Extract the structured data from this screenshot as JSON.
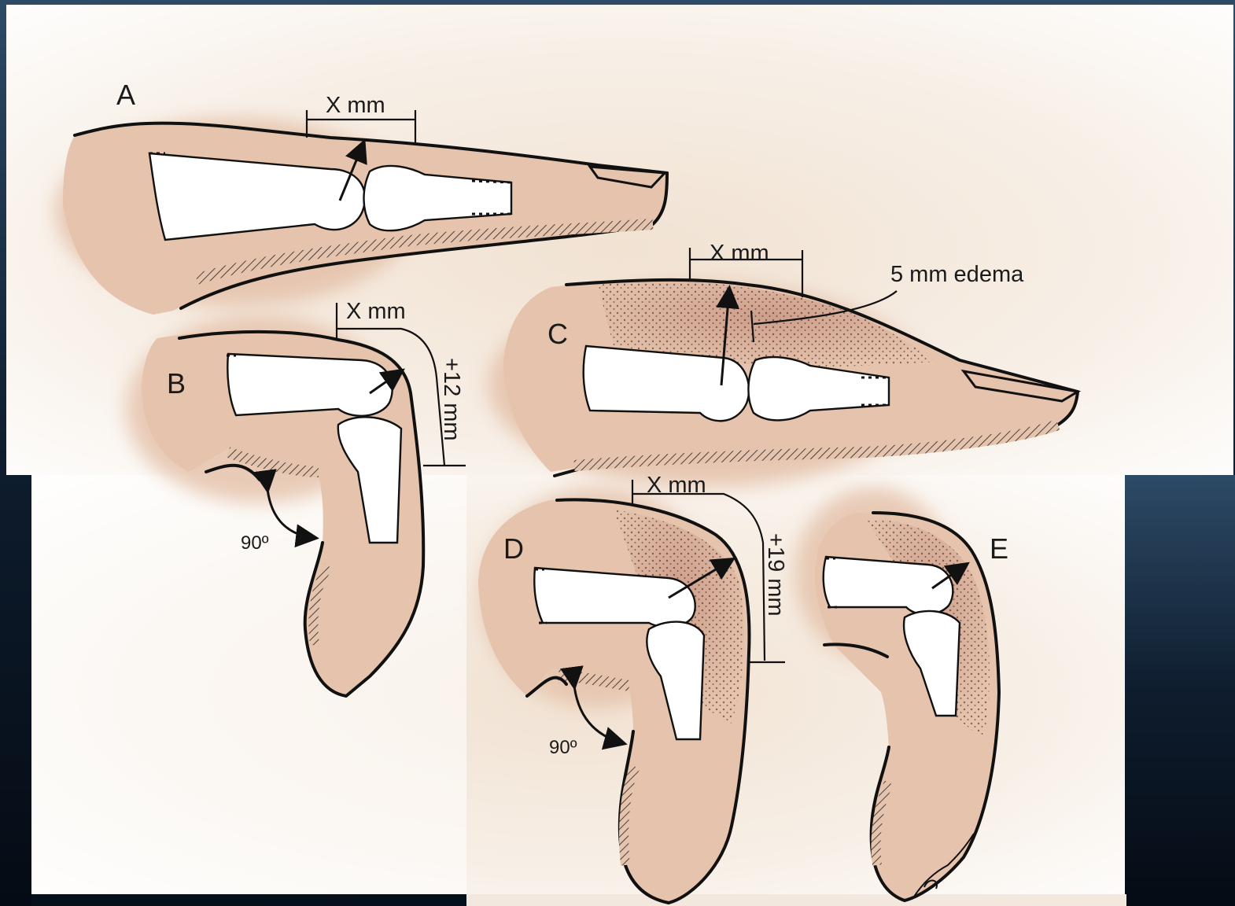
{
  "figure": {
    "panels": {
      "A": {
        "letter": "A",
        "measure": "X mm"
      },
      "B": {
        "letter": "B",
        "measure": "X mm",
        "extension": "+12 mm",
        "angle": "90º"
      },
      "C": {
        "letter": "C",
        "measure": "X mm",
        "note": "5 mm edema"
      },
      "D": {
        "letter": "D",
        "measure": "X mm",
        "extension": "+19 mm",
        "angle": "90º"
      },
      "E": {
        "letter": "E"
      }
    }
  },
  "colors": {
    "skin": "#e5c3ac",
    "edema": "#b98070",
    "background_dark": "#0d1a2a",
    "paper": "#f7f1e8"
  }
}
